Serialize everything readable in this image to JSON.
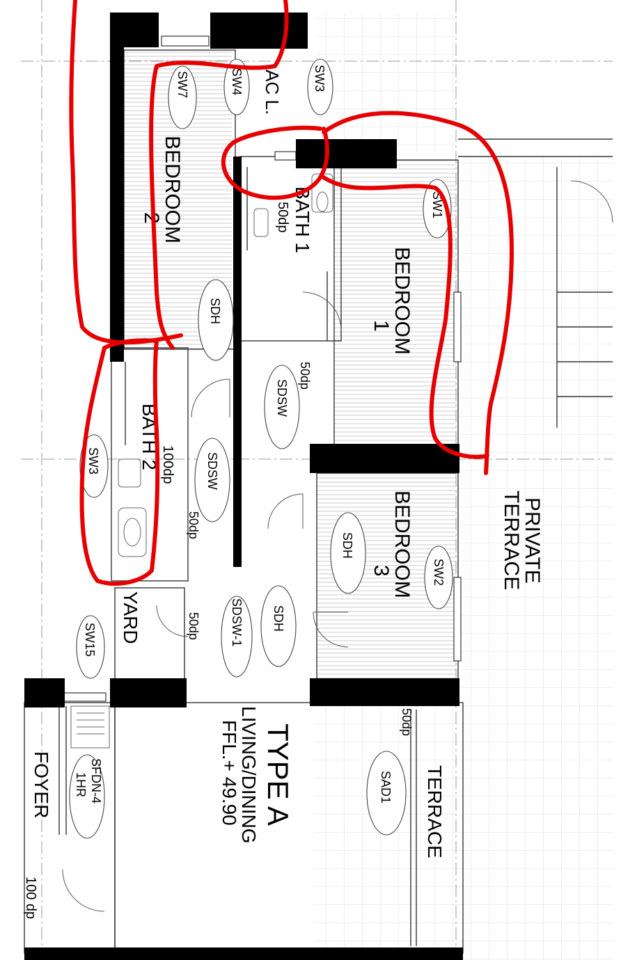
{
  "rooms": {
    "bedroom2": {
      "name": "BEDROOM",
      "num": "2"
    },
    "bath1": {
      "name": "BATH 1",
      "dp": "50dp"
    },
    "bedroom1": {
      "name": "BEDROOM",
      "num": "1"
    },
    "bath2": {
      "name": "BATH 2",
      "dp": "100dp"
    },
    "bedroom3": {
      "name": "BEDROOM",
      "num": "3"
    },
    "private_terrace": {
      "line1": "PRIVATE",
      "line2": "TERRACE"
    },
    "yard": {
      "name": "YARD"
    },
    "ac": {
      "name": "AC L."
    },
    "living": {
      "type": "TYPE A",
      "name": "LIVING/DINING",
      "ffl": "FFL.+ 49.90"
    },
    "foyer": {
      "name": "FOYER",
      "dp": "100 dp"
    },
    "terrace": {
      "name": "TERRACE"
    }
  },
  "tags": {
    "sw7": "SW7",
    "sw4": "SW4",
    "sw3_top": "SW3",
    "sw1": "SW1",
    "sdh_b2": "SDH",
    "sdsw_mid": "SDSW",
    "dp_mid": "50dp",
    "sw3_left": "SW3",
    "sdsw_bath2": "SDSW",
    "dp_bath2": "50dp",
    "sdh_b3": "SDH",
    "sw2": "SW2",
    "sdh_liv": "SDH",
    "sdsw1": "SDSW-1",
    "dp_yard": "50dp",
    "sw15": "SW15",
    "sfdn": "SFDN-4",
    "hr": "1HR",
    "sad1": "SAD1",
    "dp_terrace": "50dp"
  },
  "colors": {
    "wall": "#000000",
    "markup": "#e60000",
    "grid": "#cfcfcf",
    "line": "#444444"
  }
}
